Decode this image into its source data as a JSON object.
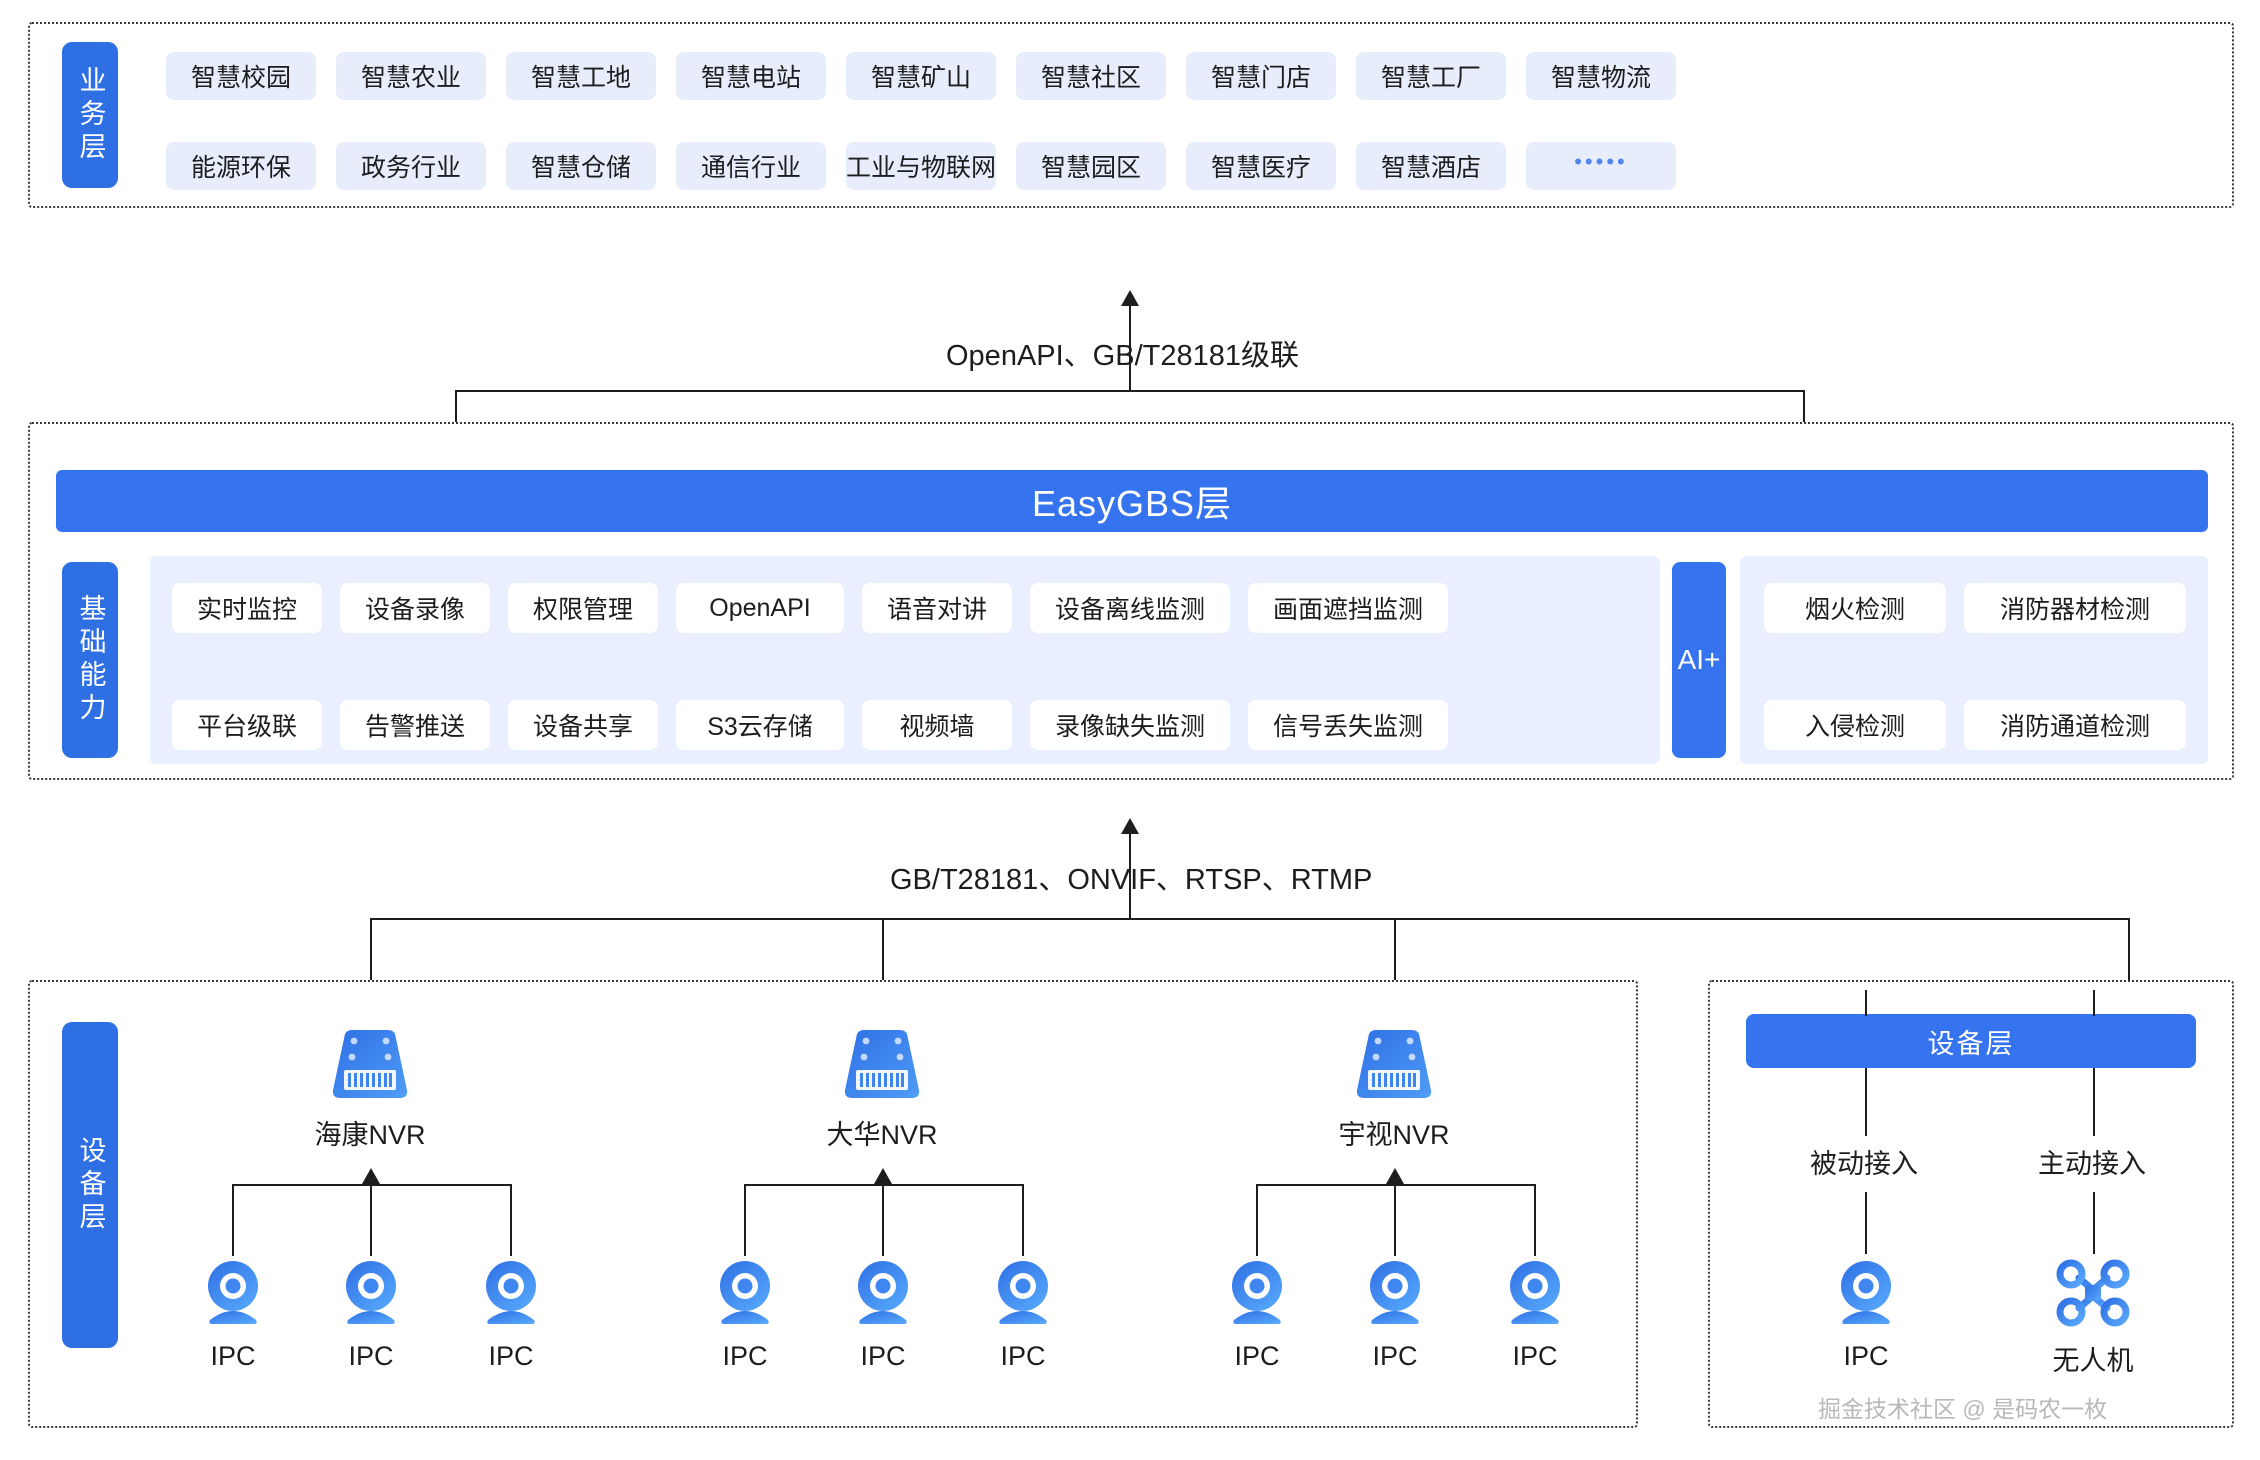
{
  "business_layer": {
    "side_label": "业务层",
    "row1": [
      "智慧校园",
      "智慧农业",
      "智慧工地",
      "智慧电站",
      "智慧矿山",
      "智慧社区",
      "智慧门店",
      "智慧工厂",
      "智慧物流"
    ],
    "row2": [
      "能源环保",
      "政务行业",
      "智慧仓储",
      "通信行业",
      "工业与物联网",
      "智慧园区",
      "智慧医疗",
      "智慧酒店",
      "•••••"
    ]
  },
  "connector_top": {
    "label": "OpenAPI、GB/T28181级联"
  },
  "platform_layer": {
    "title": "EasyGBS层",
    "side_label": "基础能力",
    "capabilities_row1": [
      "实时监控",
      "设备录像",
      "权限管理",
      "OpenAPI",
      "语音对讲",
      "设备离线监测",
      "画面遮挡监测"
    ],
    "capabilities_row2": [
      "平台级联",
      "告警推送",
      "设备共享",
      "S3云存储",
      "视频墙",
      "录像缺失监测",
      "信号丢失监测"
    ],
    "ai": {
      "label": "AI+",
      "items_row1": [
        "烟火检测",
        "消防器材检测"
      ],
      "items_row2": [
        "入侵检测",
        "消防通道检测"
      ]
    }
  },
  "connector_bottom": {
    "label": "GB/T28181、ONVIF、RTSP、RTMP"
  },
  "device_layer_left": {
    "side_label": "设备层",
    "groups": [
      {
        "nvr": "海康NVR",
        "icon": "nvr-icon",
        "cameras": [
          "IPC",
          "IPC",
          "IPC"
        ]
      },
      {
        "nvr": "大华NVR",
        "icon": "nvr-icon",
        "cameras": [
          "IPC",
          "IPC",
          "IPC"
        ]
      },
      {
        "nvr": "宇视NVR",
        "icon": "nvr-icon",
        "cameras": [
          "IPC",
          "IPC",
          "IPC"
        ]
      }
    ]
  },
  "device_layer_right": {
    "title": "设备层",
    "branches": [
      {
        "label": "被动接入",
        "device": "IPC",
        "icon": "ipc-camera-icon"
      },
      {
        "label": "主动接入",
        "device": "无人机",
        "icon": "drone-icon"
      }
    ],
    "watermark": "掘金技术社区 @ 是码农一枚"
  },
  "colors": {
    "brand_blue": "#3574ee",
    "chip_bg": "#e8edfb",
    "cap_panel_bg": "#eaefff",
    "line": "#1d1d1f"
  }
}
